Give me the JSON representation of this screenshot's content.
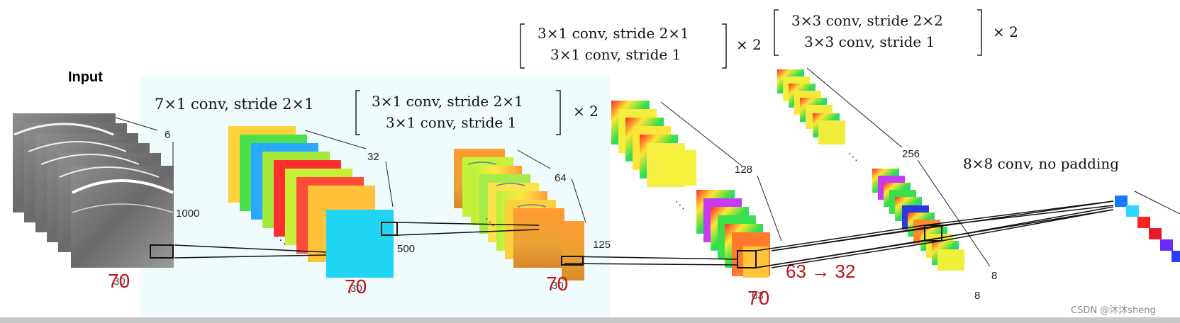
{
  "input_label": "Input",
  "block1_label": "7×1 conv, stride 2×1",
  "block2": {
    "line1": "3×1 conv, stride 2×1",
    "line2": "3×1 conv, stride 1",
    "times": "× 2"
  },
  "block3": {
    "line1": "3×1 conv, stride 2×1",
    "line2": "3×1 conv, stride 1",
    "times": "× 2"
  },
  "block4": {
    "line1": "3×3 conv, stride 2×2",
    "line2": "3×3 conv, stride 1",
    "times": "× 2"
  },
  "final_label": "8×8 conv, no padding",
  "dims": {
    "input_channels": "6",
    "input_height": "1000",
    "input_width": "30",
    "l1_channels": "32",
    "l1_height": "500",
    "l1_width": "30",
    "l2_channels": "64",
    "l2_height": "125",
    "l2_width": "30",
    "l3_channels": "128",
    "l3_width": "63",
    "l4_channels": "256",
    "l4_height": "8",
    "l4_width": "8"
  },
  "annotations": {
    "input_override": "70",
    "l1_override": "70",
    "l2_override": "70",
    "l3_override": "70",
    "l3_transform": "63 → 32"
  },
  "watermark": "CSDN @沐沐sheng",
  "colors": {
    "annotation": "#c0141a",
    "highlight_bg": "#effbfd"
  }
}
